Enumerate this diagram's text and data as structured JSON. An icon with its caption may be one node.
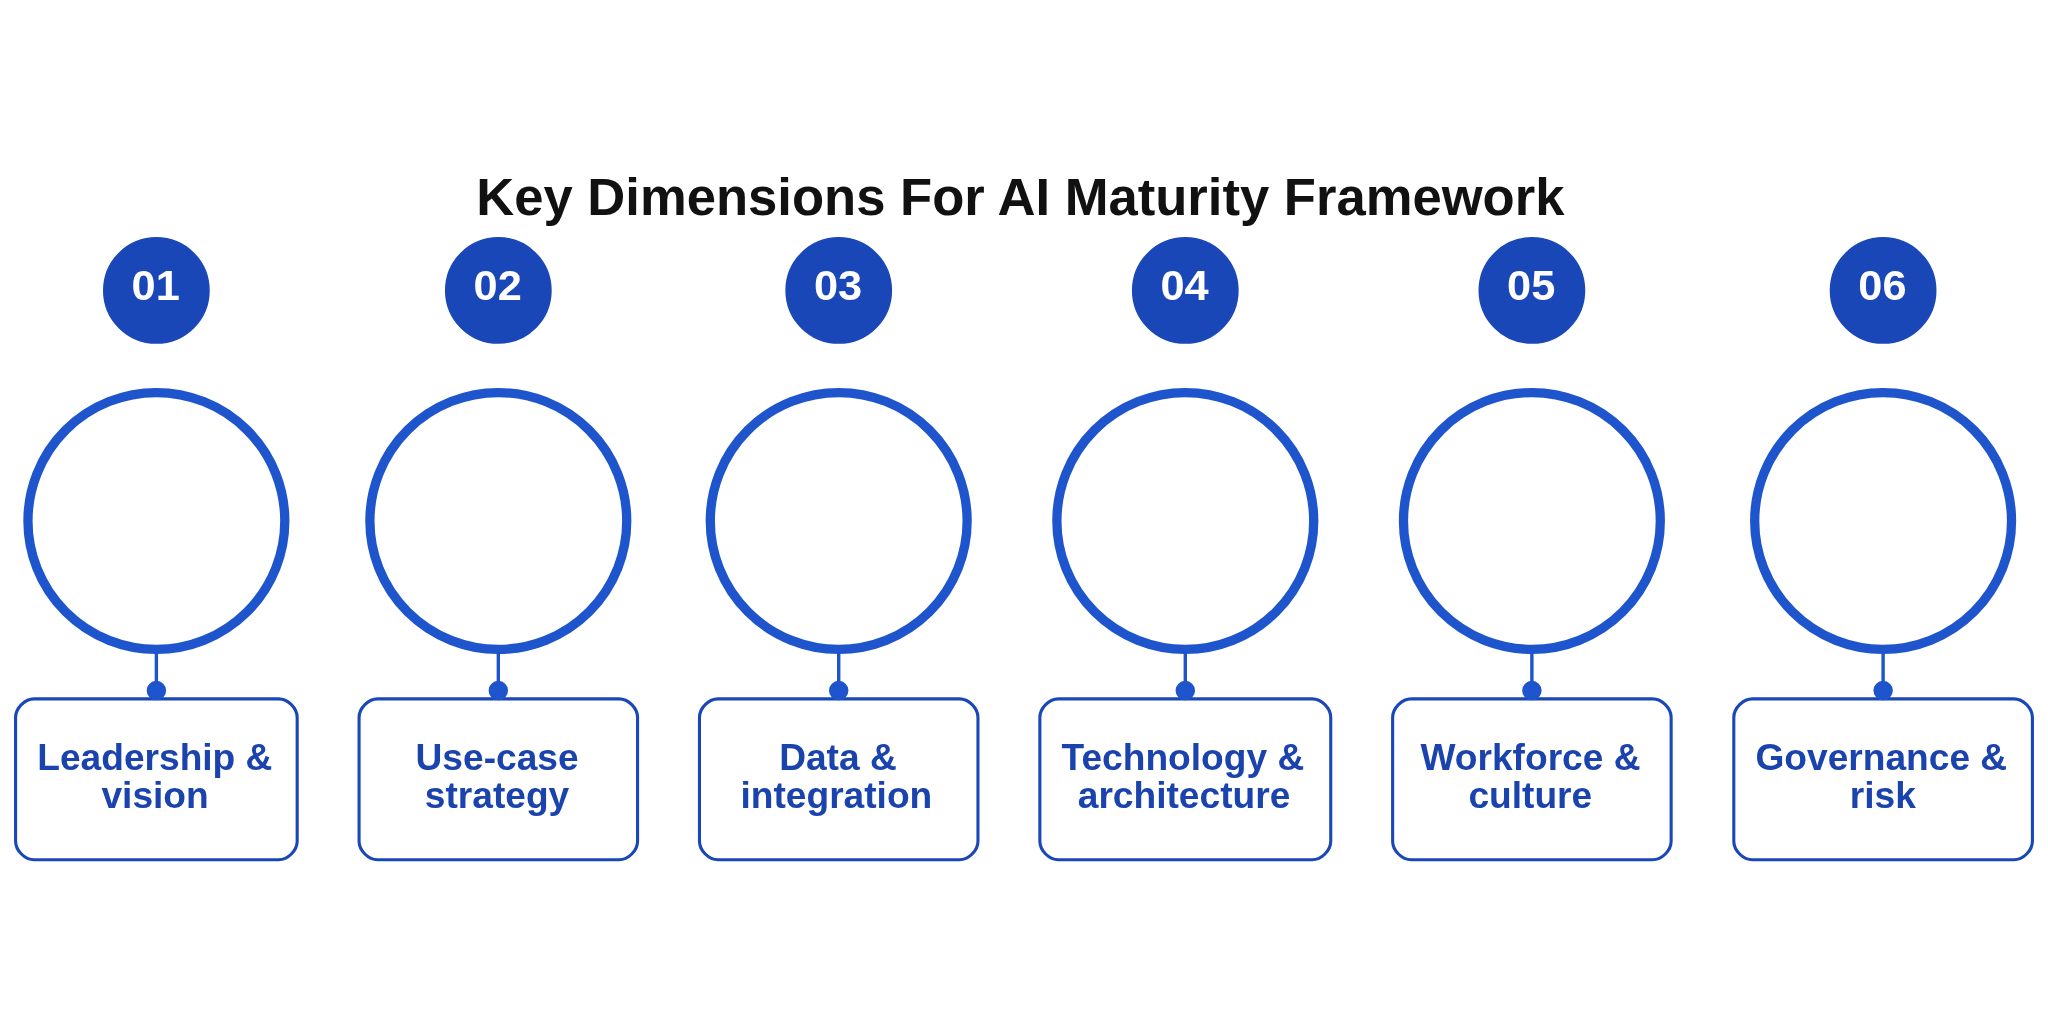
{
  "diagram": {
    "title": "Key Dimensions For AI Maturity Framework",
    "nodes": [
      {
        "text": [
          "01"
        ]
      },
      {
        "text": [],
        "shape": "circle"
      },
      {
        "text": [
          "Leadership & vision"
        ]
      },
      {
        "text": [
          "02"
        ]
      },
      {
        "text": [],
        "shape": "circle"
      },
      {
        "text": [
          "Use-case strategy"
        ]
      },
      {
        "text": [
          "03"
        ]
      },
      {
        "text": [],
        "shape": "circle"
      },
      {
        "text": [
          "Data & integration"
        ]
      },
      {
        "text": [
          "04"
        ]
      },
      {
        "text": [],
        "shape": "circle"
      },
      {
        "text": [
          "Technology & architecture"
        ]
      },
      {
        "text": [
          "05"
        ]
      },
      {
        "text": [],
        "shape": "circle"
      },
      {
        "text": [
          "Workforce & culture"
        ]
      },
      {
        "text": [
          "06"
        ]
      },
      {
        "text": [],
        "shape": "circle"
      },
      {
        "text": [
          "Governance & risk"
        ]
      }
    ],
    "edges": [
      {
        "from": 1,
        "to": 2,
        "arrow": "other"
      },
      {
        "from": 4,
        "to": 5,
        "arrow": "other"
      },
      {
        "from": 7,
        "to": 8,
        "arrow": "other"
      },
      {
        "from": 10,
        "to": 11,
        "arrow": "other"
      },
      {
        "from": 13,
        "to": 14,
        "arrow": "other"
      },
      {
        "from": 16,
        "to": 17,
        "arrow": "other"
      }
    ]
  }
}
